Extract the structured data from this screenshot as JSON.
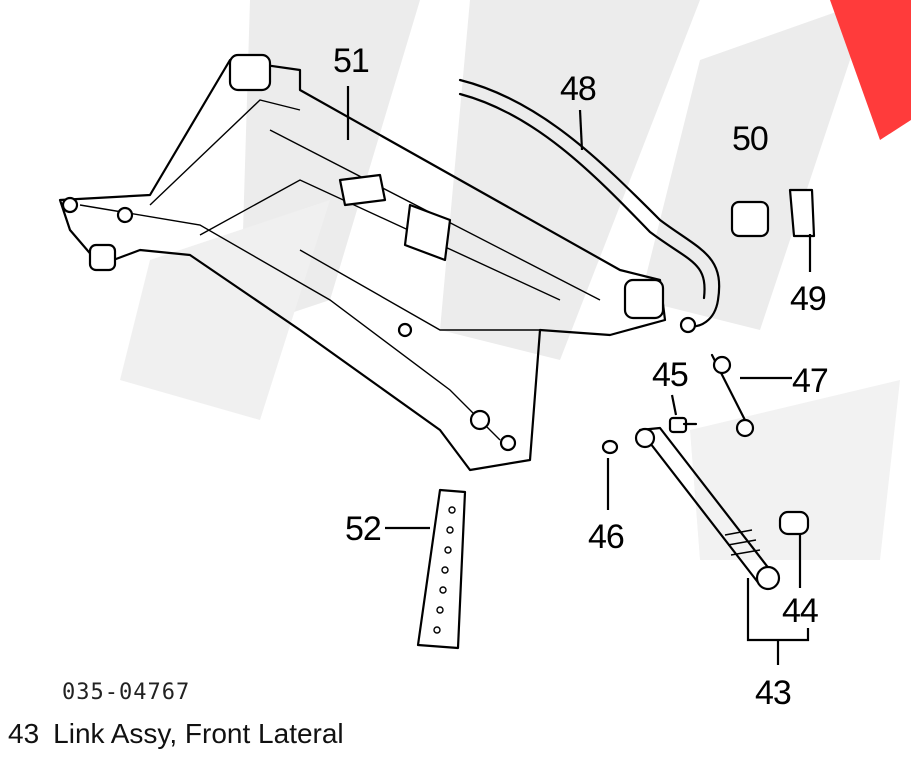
{
  "diagram": {
    "code": "035-04767",
    "callouts": [
      "51",
      "48",
      "50",
      "49",
      "45",
      "47",
      "46",
      "52",
      "44",
      "43"
    ]
  },
  "caption": {
    "part_number": "43",
    "part_name": "Link Assy, Front Lateral"
  },
  "watermark": {
    "color": "#e8e8e8",
    "accent_color": "#ff3b3b"
  }
}
